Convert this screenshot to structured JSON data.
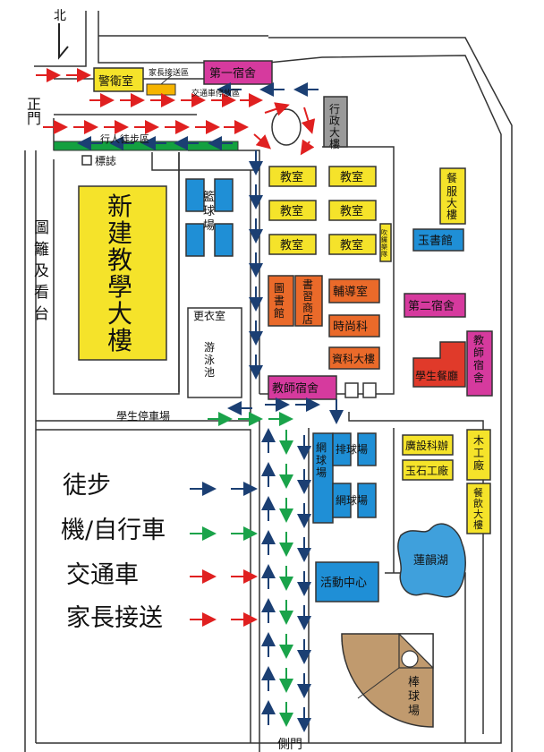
{
  "colors": {
    "yellow": "#f5e32a",
    "magenta": "#d63a9e",
    "orange": "#ea6a2a",
    "blue": "#1f8fd6",
    "gray": "#9a9a9a",
    "brown": "#c09a6e",
    "green": "#13a040",
    "lake": "#3fa0dc",
    "walk": "#1b3f73",
    "bike": "#1aa34a",
    "car": "#e02020",
    "parent": "#e02020",
    "drop_zone": "#f6b400"
  },
  "compass": {
    "north": "北"
  },
  "gates": {
    "main": "正\n門",
    "side": "側門"
  },
  "labels": {
    "guard_room": "警衛室",
    "parent_drop": "家長接送區",
    "bus_drop": "交通車停放區",
    "pedestrian": "行人徒步區",
    "landmark": "標誌",
    "first_dorm": "第一宿舍",
    "admin": "行\n政\n大\n樓",
    "new_building": "新\n建\n教\n學\n大\n樓",
    "basketball": "籃\n球\n場",
    "stands": "圖\n籬\n及\n看\n台",
    "locker": "更衣室",
    "pool": "游\n泳\n池",
    "classroom": "教室",
    "wind_office": "吹\n鑼\n樂\n隊",
    "library": "圖\n書\n館",
    "bookstore": "書\n習\n商\n店",
    "counseling": "輔導室",
    "fashion": "時尚科",
    "info_building": "資科大樓",
    "teacher_dorm_left": "教師宿舍",
    "uniform": "服\n大\n樓",
    "uniform_top": "餐",
    "jade_hall": "玉書館",
    "second_dorm": "第二宿舍",
    "teacher_dorm_right": "教\n師\n宿\n舍",
    "canteen": "學生餐廳",
    "parking": "學生停車場",
    "ball_field": "網\n球\n場",
    "volleyball": "排球場",
    "tennis": "網球場",
    "activity": "活動中心",
    "design": "廣設科辦",
    "jade_workshop": "玉石工廠",
    "wood_workshop": "木\n工\n廠",
    "food_building": "餐\n飲\n大\n樓",
    "lotus_lake": "蓮韻湖",
    "baseball": "棒\n球\n場"
  },
  "legend": [
    {
      "label": "徒步",
      "color_key": "walk"
    },
    {
      "label": "機/自行車",
      "color_key": "bike"
    },
    {
      "label": "交通車",
      "color_key": "car"
    },
    {
      "label": "家長接送",
      "color_key": "parent"
    }
  ]
}
